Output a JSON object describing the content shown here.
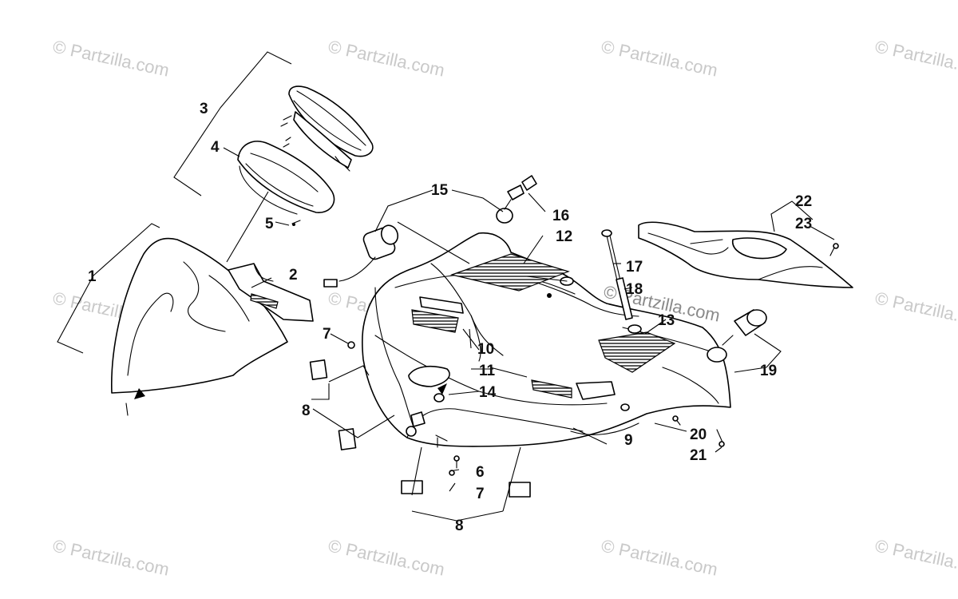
{
  "watermark": {
    "text": "© Partzilla.com",
    "center_text": "© Partzilla.com"
  },
  "callouts": {
    "c1": "1",
    "c2": "2",
    "c3": "3",
    "c4": "4",
    "c5": "5",
    "c6": "6",
    "c7a": "7",
    "c7b": "7",
    "c8a": "8",
    "c8b": "8",
    "c9": "9",
    "c10": "10",
    "c11": "11",
    "c12": "12",
    "c13": "13",
    "c14": "14",
    "c15": "15",
    "c16": "16",
    "c17": "17",
    "c18": "18",
    "c19": "19",
    "c20": "20",
    "c21": "21",
    "c22": "22",
    "c23": "23"
  }
}
